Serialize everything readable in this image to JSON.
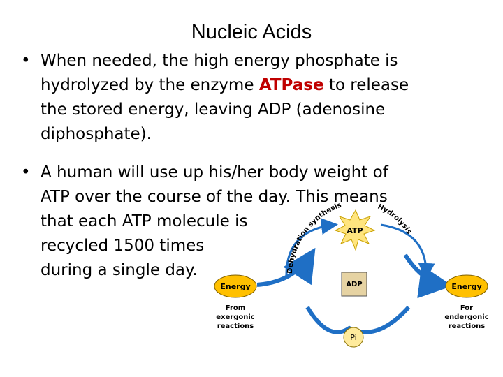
{
  "slide": {
    "title": "Nucleic Acids",
    "bullet_char": "•",
    "bullet1": {
      "pre": "When needed, the high energy phosphate is hydrolyzed  by the enzyme ",
      "highlight": "ATPase",
      "post": " to release the stored energy, leaving ADP (adenosine diphosphate).",
      "highlight_color": "#c00000"
    },
    "bullet2": {
      "line1": "A human will use up his/her body weight of",
      "line2": "ATP over the course of the day.  This means",
      "line3": "that each ATP molecule is",
      "line4": "recycled 1500 times",
      "line5": "during a single day."
    }
  },
  "diagram": {
    "atp_label": "ATP",
    "adp_label": "ADP",
    "pi_label": "Pi",
    "energy_left": "Energy",
    "energy_right": "Energy",
    "from_line1": "From",
    "from_line2": "exergonic",
    "from_line3": "reactions",
    "for_line1": "For",
    "for_line2": "endergonic",
    "for_line3": "reactions",
    "dehydration_label": "Dehydration synthesis",
    "hydrolysis_label": "Hydrolysis",
    "colors": {
      "arrow": "#1f6fc5",
      "energy_fill": "#ffc000",
      "atp_star": "#ffe57f",
      "adp_box": "#e6d3a3",
      "pi_circle": "#ffeb9c"
    }
  }
}
